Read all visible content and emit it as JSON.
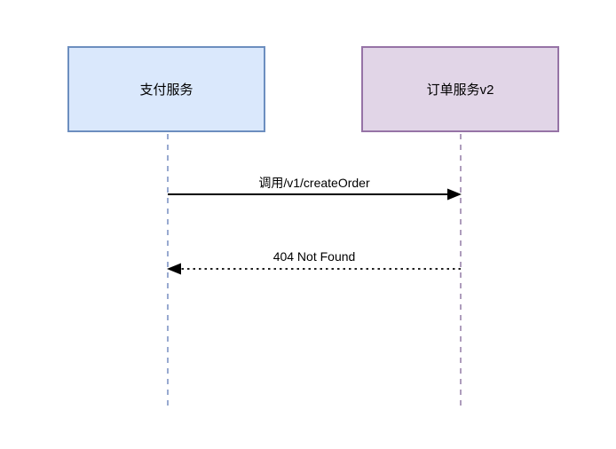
{
  "diagram": {
    "type": "sequence",
    "actors": [
      {
        "id": "payment",
        "label": "支付服务",
        "fill": "#dae8fc",
        "border": "#6c8ebf"
      },
      {
        "id": "order",
        "label": "订单服务v2",
        "fill": "#e1d5e7",
        "border": "#9673a6"
      }
    ],
    "messages": [
      {
        "from": "payment",
        "to": "order",
        "label": "调用/v1/createOrder",
        "line_style": "solid",
        "color": "#000000"
      },
      {
        "from": "order",
        "to": "payment",
        "label": "404 Not Found",
        "line_style": "dotted",
        "color": "#000000"
      }
    ],
    "colors": {
      "background": "#ffffff",
      "lifeline_payment": "#7e94c4",
      "lifeline_order": "#9a84ab",
      "arrow": "#000000",
      "text": "#000000"
    }
  }
}
